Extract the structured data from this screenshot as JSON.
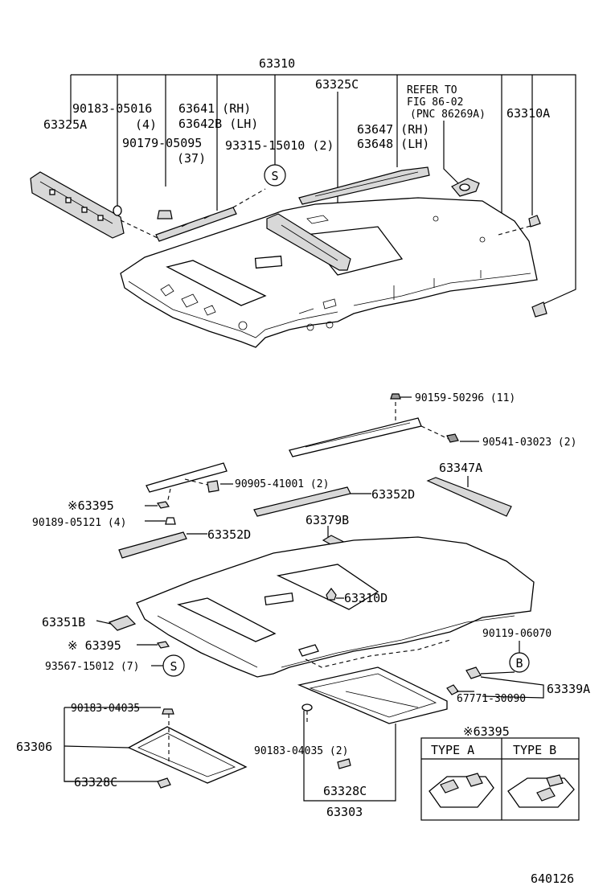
{
  "labels": {
    "top_main": "63310",
    "l_63325A": "63325A",
    "l_90183_05016": "90183-05016",
    "l_90183_05016_qty": "(4)",
    "l_63641": "63641 (RH)",
    "l_63642B": "63642B (LH)",
    "l_90179": "90179-05095",
    "l_90179_qty": "(37)",
    "l_93315": "93315-15010 (2)",
    "l_63325C": "63325C",
    "l_refer1": "REFER TO",
    "l_refer2": "FIG 86-02",
    "l_refer3": "(PNC 86269A)",
    "l_63647": "63647 (RH)",
    "l_63648": "63648 (LH)",
    "l_63310A": "63310A",
    "s_mark": "S",
    "b_mark": "B",
    "l_90159": "90159-50296 (11)",
    "l_90541": "90541-03023 (2)",
    "l_90905": "90905-41001 (2)",
    "l_63347A": "63347A",
    "l_63395_a": "※63395",
    "l_63352D_a": "63352D",
    "l_90189": "90189-05121 (4)",
    "l_63352D_b": "63352D",
    "l_63379B": "63379B",
    "l_63310D": "63310D",
    "l_63351B": "63351B",
    "l_63395_b": "※ 63395",
    "l_93567": "93567-15012 (7)",
    "l_90119": "90119-06070",
    "l_67771": "67771-30090",
    "l_63339A": "63339A",
    "l_90183_04035_a": "90183-04035",
    "l_63306": "63306",
    "l_63328C_a": "63328C",
    "l_90183_04035_b": "90183-04035 (2)",
    "l_63328C_b": "63328C",
    "l_63303": "63303",
    "type_box_title": "※63395",
    "type_a": "TYPE A",
    "type_b": "TYPE B",
    "figure_no": "640126"
  }
}
